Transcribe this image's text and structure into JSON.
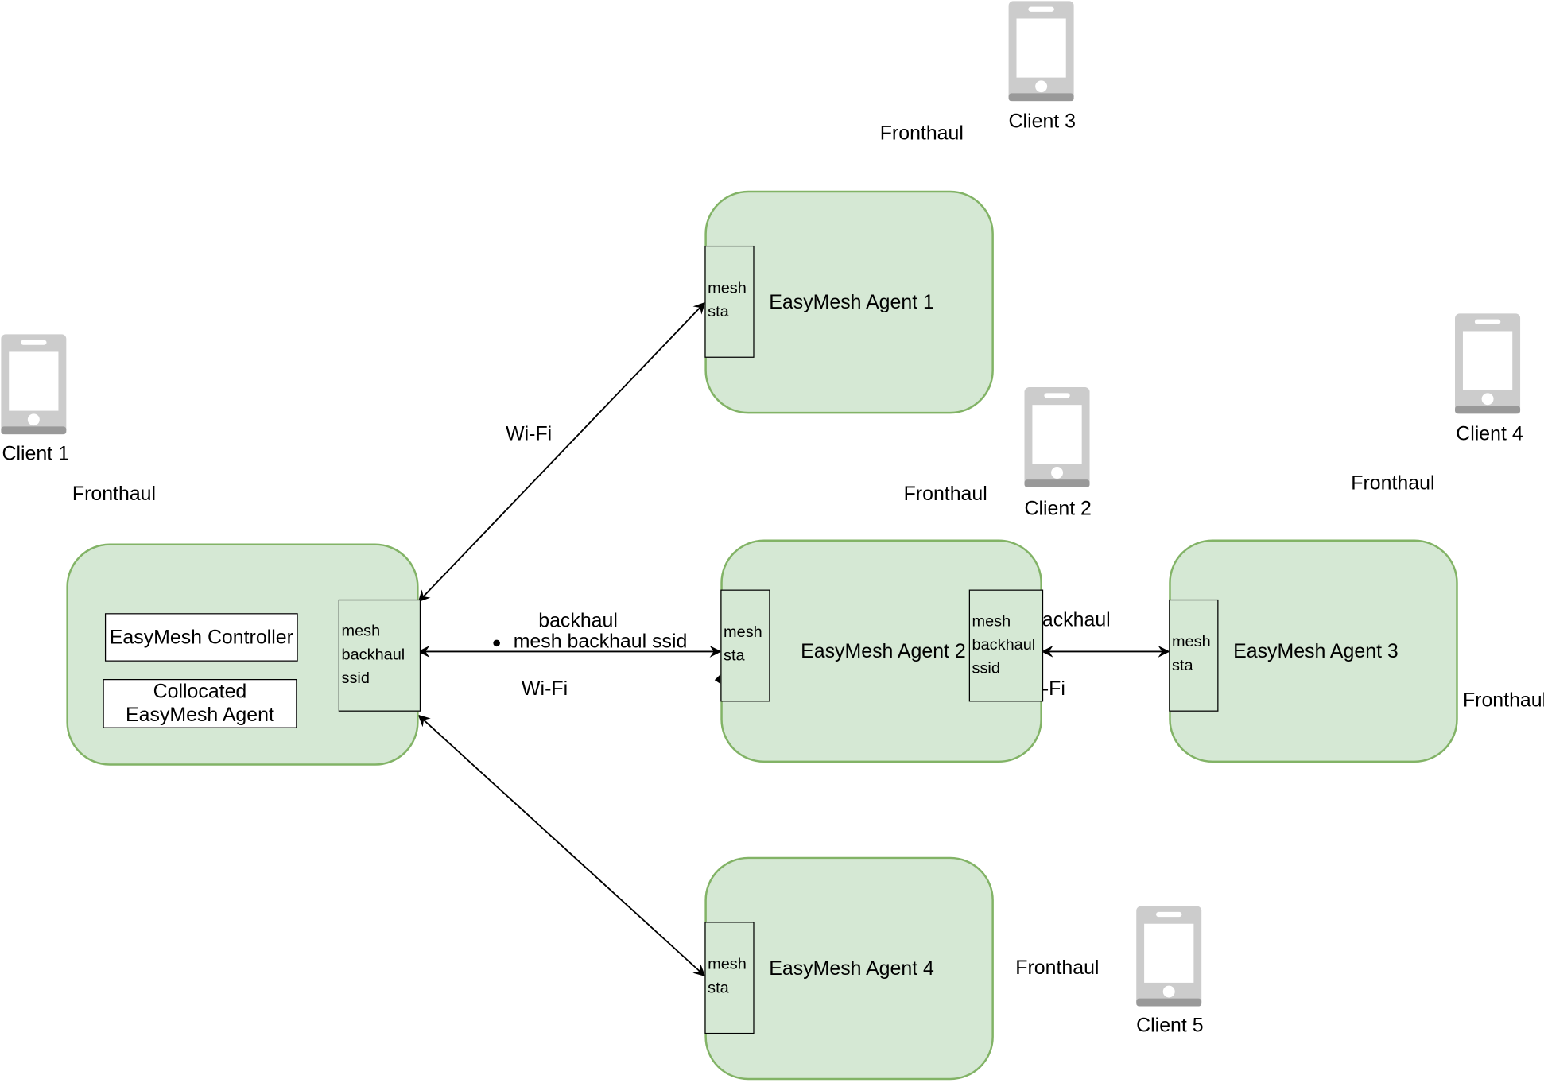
{
  "nodes": {
    "controller": {
      "controller_label": "EasyMesh Controller",
      "collocated_label": "Collocated EasyMesh Agent",
      "port_label": "mesh\nbackhaul\nssid"
    },
    "agent1": {
      "title": "EasyMesh Agent 1",
      "port_label": "mesh\nsta"
    },
    "agent2": {
      "title": "EasyMesh Agent 2",
      "port_left_label": "mesh\nsta",
      "port_right_label": "mesh\nbackhaul\nssid"
    },
    "agent3": {
      "title": "EasyMesh Agent 3",
      "port_label": "mesh\nsta"
    },
    "agent4": {
      "title": "EasyMesh Agent 4",
      "port_label": "mesh\nsta"
    }
  },
  "edge_labels": {
    "wifi_top": "Wi-Fi",
    "backhaul_middle": "backhaul",
    "bullet_middle": "mesh backhaul ssid",
    "wifi_middle": "Wi-Fi",
    "backhaul_right_partial": "ackhaul",
    "wifi_right_partial": "-Fi"
  },
  "fronthaul_label": "Fronthaul",
  "clients": {
    "client1": "Client 1",
    "client2": "Client 2",
    "client3": "Client 3",
    "client4": "Client 4",
    "client5": "Client 5"
  },
  "colors": {
    "node_fill": "#d5e8d4",
    "node_stroke": "#82b366",
    "phone_gray": "#cccccc",
    "phone_dark": "#999999"
  }
}
